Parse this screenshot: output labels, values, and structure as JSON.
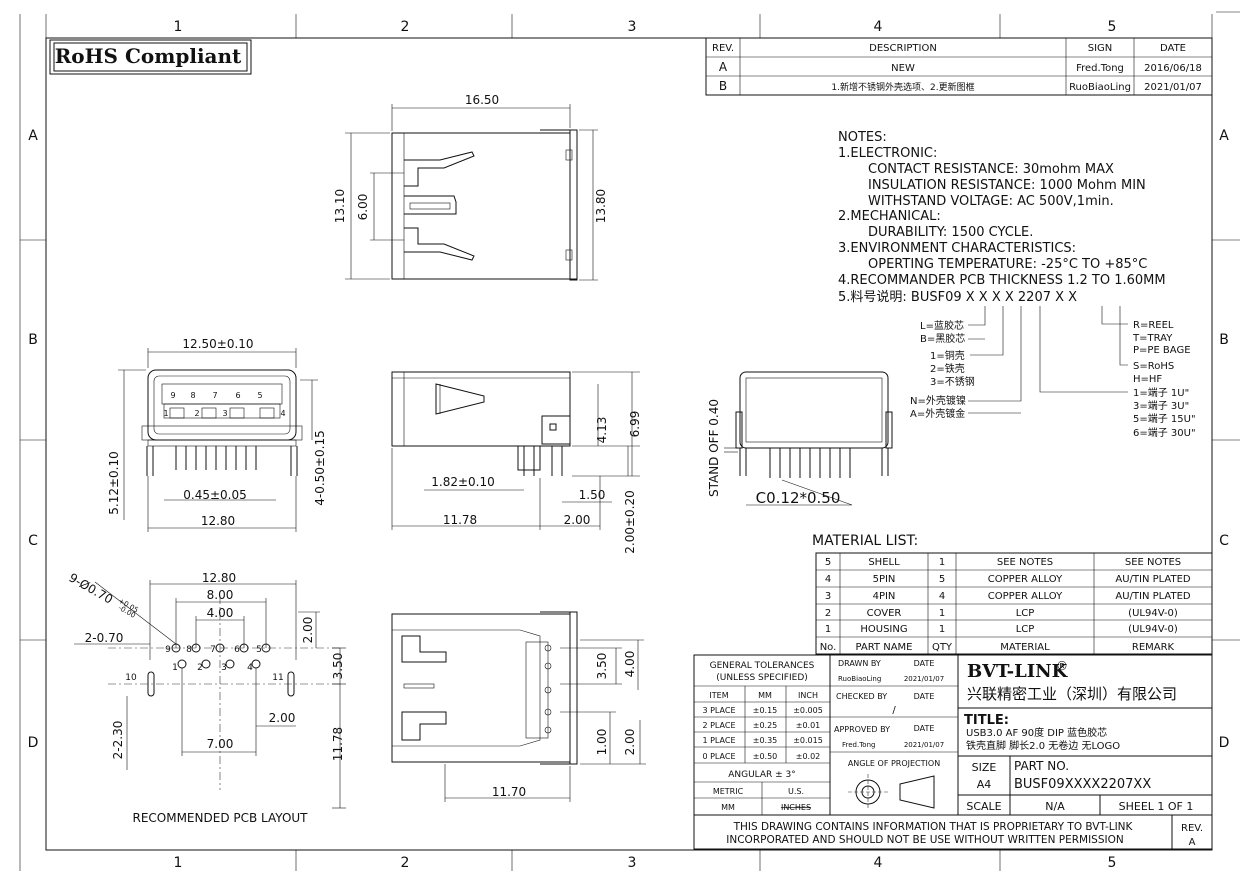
{
  "rohs": "RoHS Compliant",
  "border": {
    "cols": [
      "1",
      "2",
      "3",
      "4",
      "5"
    ],
    "rows": [
      "A",
      "B",
      "C",
      "D"
    ]
  },
  "revision": {
    "headers": [
      "REV.",
      "DESCRIPTION",
      "SIGN",
      "DATE"
    ],
    "rows": [
      [
        "A",
        "NEW",
        "Fred.Tong",
        "2016/06/18"
      ],
      [
        "B",
        "1.新增不锈钢外壳选项、2.更新图框",
        "RuoBiaoLing",
        "2021/01/07"
      ]
    ]
  },
  "notes": {
    "title": "NOTES:",
    "lines": [
      "1.ELECTRONIC:",
      "CONTACT RESISTANCE: 30mohm MAX",
      "INSULATION RESISTANCE: 1000 Mohm MIN",
      "WITHSTAND VOLTAGE: AC 500V,1min.",
      "2.MECHANICAL:",
      "DURABILITY: 1500 CYCLE.",
      "3.ENVIRONMENT CHARACTERISTICS:",
      "OPERTING TEMPERATURE: -25°C TO +85°C",
      "4.RECOMMANDER PCB THICKNESS 1.2 TO 1.60MM",
      "5.料号说明: BUSF09 X X X X 2207 X X"
    ]
  },
  "part_code": {
    "left": [
      "L=蓝胶芯",
      "B=黑胶芯",
      "1=铜壳",
      "2=铁壳",
      "3=不锈钢",
      "N=外壳镀镍",
      "A=外壳镀金"
    ],
    "right": [
      "R=REEL",
      "T=TRAY",
      "P=PE BAGE",
      "S=RoHS",
      "H=HF",
      "1=端子 1U\"",
      "3=端子 3U\"",
      "5=端子 15U\"",
      "6=端子 30U\""
    ]
  },
  "dimensions": {
    "top_view": [
      "16.50",
      "13.10",
      "6.00",
      "13.80"
    ],
    "front_view": [
      "12.50±0.10",
      "5.12±0.10",
      "4-0.50±0.15",
      "0.45±0.05",
      "12.80"
    ],
    "side_view": [
      "6.99",
      "4.13",
      "1.82±0.10",
      "1.50",
      "11.78",
      "2.00",
      "2.00±0.20"
    ],
    "back_view": [
      "STAND OFF 0.40",
      "C0.12*0.50"
    ],
    "pcb_layout": [
      "12.80",
      "8.00",
      "4.00",
      "9-Ø0.70",
      "+0.05",
      "-0.00",
      "2-0.70",
      "2.00",
      "3.50",
      "2.00",
      "7.00",
      "2-2.30",
      "11.78"
    ],
    "bottom_view": [
      "3.50",
      "4.00",
      "1.00",
      "2.00",
      "11.70"
    ],
    "pcb_layout_label": "RECOMMENDED PCB LAYOUT",
    "pin_numbers": [
      "9",
      "8",
      "7",
      "6",
      "5",
      "1",
      "2",
      "3",
      "4"
    ],
    "pcb_pins": [
      "9",
      "8",
      "7",
      "6",
      "5",
      "1",
      "2",
      "3",
      "4",
      "10",
      "11"
    ]
  },
  "material_list": {
    "title": "MATERIAL LIST:",
    "headers": [
      "No.",
      "PART NAME",
      "QTY",
      "MATERIAL",
      "REMARK"
    ],
    "rows": [
      [
        "5",
        "SHELL",
        "1",
        "SEE NOTES",
        "SEE NOTES"
      ],
      [
        "4",
        "5PIN",
        "5",
        "COPPER ALLOY",
        "AU/TIN PLATED"
      ],
      [
        "3",
        "4PIN",
        "4",
        "COPPER ALLOY",
        "AU/TIN PLATED"
      ],
      [
        "2",
        "COVER",
        "1",
        "LCP",
        "(UL94V-0)"
      ],
      [
        "1",
        "HOUSING",
        "1",
        "LCP",
        "(UL94V-0)"
      ]
    ]
  },
  "title_block": {
    "tolerance_title": "GENERAL TOLERANCES",
    "tolerance_sub": "(UNLESS SPECIFIED)",
    "tol_headers": [
      "ITEM",
      "MM",
      "INCH"
    ],
    "tol_rows": [
      [
        "3 PLACE",
        "±0.15",
        "±0.005"
      ],
      [
        "2 PLACE",
        "±0.25",
        "±0.01"
      ],
      [
        "1 PLACE",
        "±0.35",
        "±0.015"
      ],
      [
        "0 PLACE",
        "±0.50",
        "±0.02"
      ]
    ],
    "angular": "ANGULAR ± 3°",
    "metric": "METRIC",
    "us": "U.S.",
    "mm": "MM",
    "inches": "INCHES",
    "drawn_by": "DRAWN BY",
    "drawn_name": "RuoBiaoLing",
    "drawn_date": "2021/01/07",
    "checked_by": "CHECKED BY",
    "checked_sign": "/",
    "approved_by": "APPROVED BY",
    "approved_name": "Fred.Tong",
    "approved_date": "2021/01/07",
    "date_label": "DATE",
    "projection": "ANGLE OF PROJECTION",
    "company": "BVT-LINK",
    "company_mark": "®",
    "company_cn": "兴联精密工业（深圳）有限公司",
    "title_label": "TITLE:",
    "title_line1": "USB3.0  AF  90度  DIP  蓝色胶芯",
    "title_line2": "铁壳直脚  脚长2.0  无卷边  无LOGO",
    "size_label": "SIZE",
    "size": "A4",
    "part_no_label": "PART NO.",
    "part_no": "BUSF09XXXX2207XX",
    "scale_label": "SCALE",
    "scale": "N/A",
    "sheet": "SHEEL  1  OF  1",
    "proprietary1": "THIS DRAWING CONTAINS INFORMATION THAT IS PROPRIETARY TO BVT-LINK",
    "proprietary2": "INCORPORATED AND SHOULD NOT BE USE WITHOUT WRITTEN PERMISSION",
    "rev_label": "REV.",
    "rev": "A"
  }
}
